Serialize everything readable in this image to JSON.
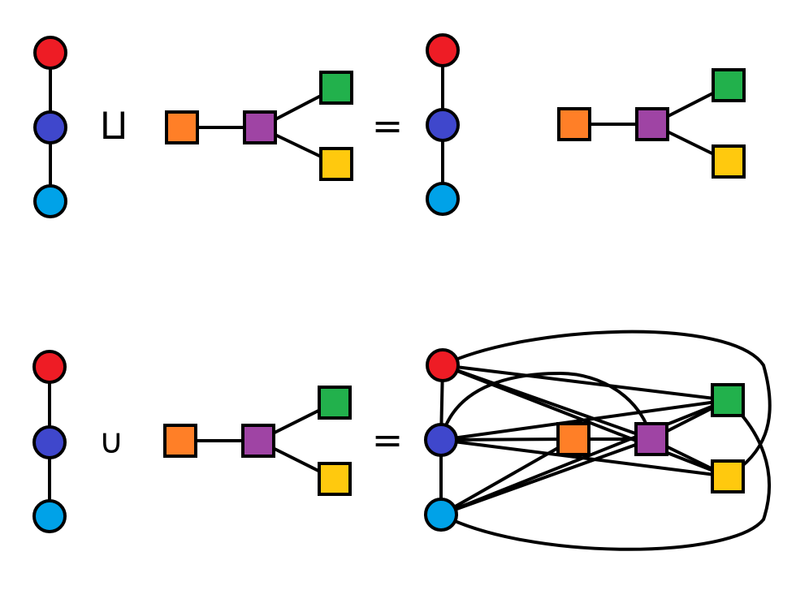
{
  "operators": {
    "coproduct": "⨿",
    "union": "∪",
    "equals": "="
  },
  "colors": {
    "red": "#ee1c25",
    "blue": "#3f47cc",
    "cyan": "#00a2e8",
    "orange": "#ff7f27",
    "purple": "#9f44a4",
    "green": "#22b14c",
    "yellow": "#ffc90e",
    "stroke": "#000000"
  },
  "graphs": {
    "path": {
      "shape": "circle",
      "vertices": [
        "red",
        "blue",
        "cyan"
      ],
      "edges": [
        [
          "red",
          "blue"
        ],
        [
          "blue",
          "cyan"
        ]
      ]
    },
    "star": {
      "shape": "square",
      "vertices": [
        "orange",
        "purple",
        "green",
        "yellow"
      ],
      "edges": [
        [
          "orange",
          "purple"
        ],
        [
          "purple",
          "green"
        ],
        [
          "purple",
          "yellow"
        ]
      ]
    }
  }
}
